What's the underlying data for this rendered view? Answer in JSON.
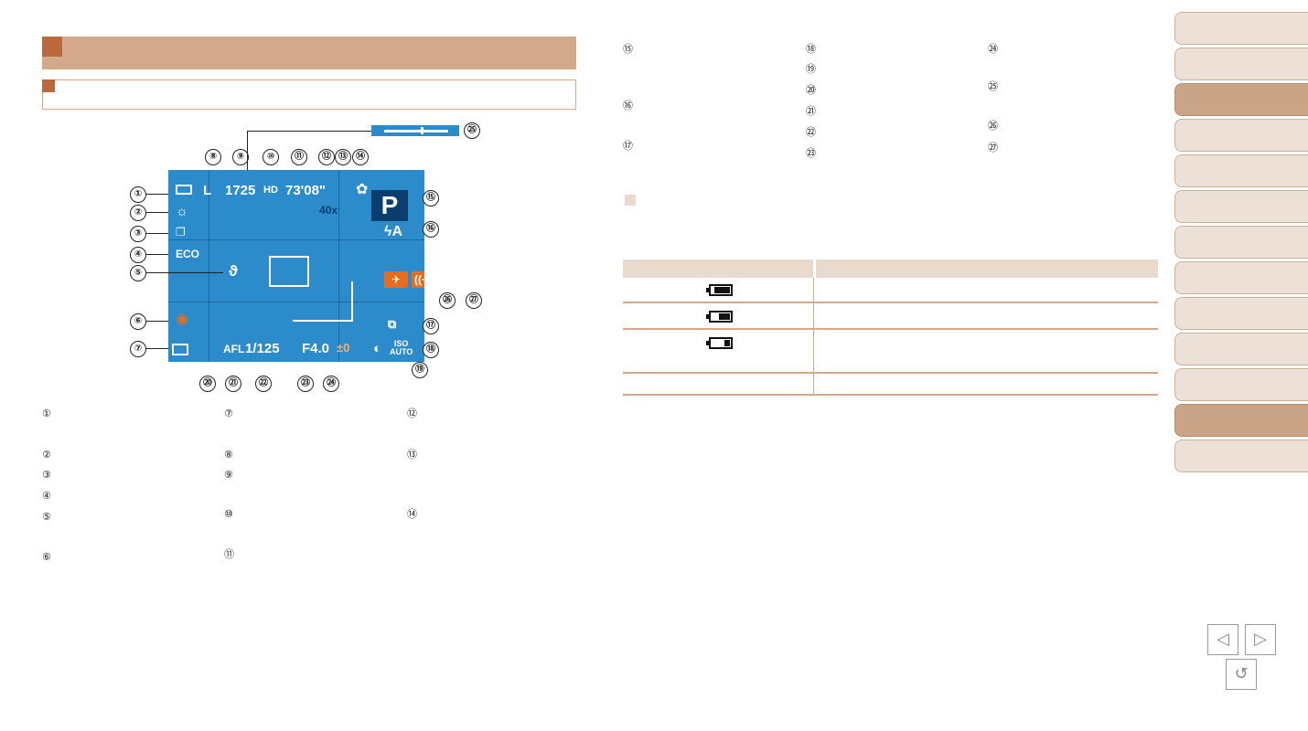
{
  "screen": {
    "shots_remaining": "1725",
    "recording_time": "73'08\"",
    "zoom": "40x",
    "image_size": "L",
    "mode": "P",
    "eco": "ECO",
    "shutter_speed": "1/125",
    "aperture": "F4.0",
    "exposure_comp": "±0",
    "afl": "AFL",
    "iso": "ISO",
    "iso_sub": "AUTO",
    "movie_quality": "HD",
    "flash": "ϟA"
  },
  "callouts": {
    "c1": "①",
    "c2": "②",
    "c3": "③",
    "c4": "④",
    "c5": "⑤",
    "c6": "⑥",
    "c7": "⑦",
    "c8": "⑧",
    "c9": "⑨",
    "c10": "⑩",
    "c11": "⑪",
    "c12": "⑫",
    "c13": "⑬",
    "c14": "⑭",
    "c15": "⑮",
    "c16": "⑯",
    "c17": "⑰",
    "c18": "⑱",
    "c19": "⑲",
    "c20": "⑳",
    "c21": "㉑",
    "c22": "㉒",
    "c23": "㉓",
    "c24": "㉔",
    "c25": "㉕",
    "c26": "㉖",
    "c27": "㉗"
  },
  "battery_levels": [
    0.85,
    0.6,
    0.3
  ]
}
